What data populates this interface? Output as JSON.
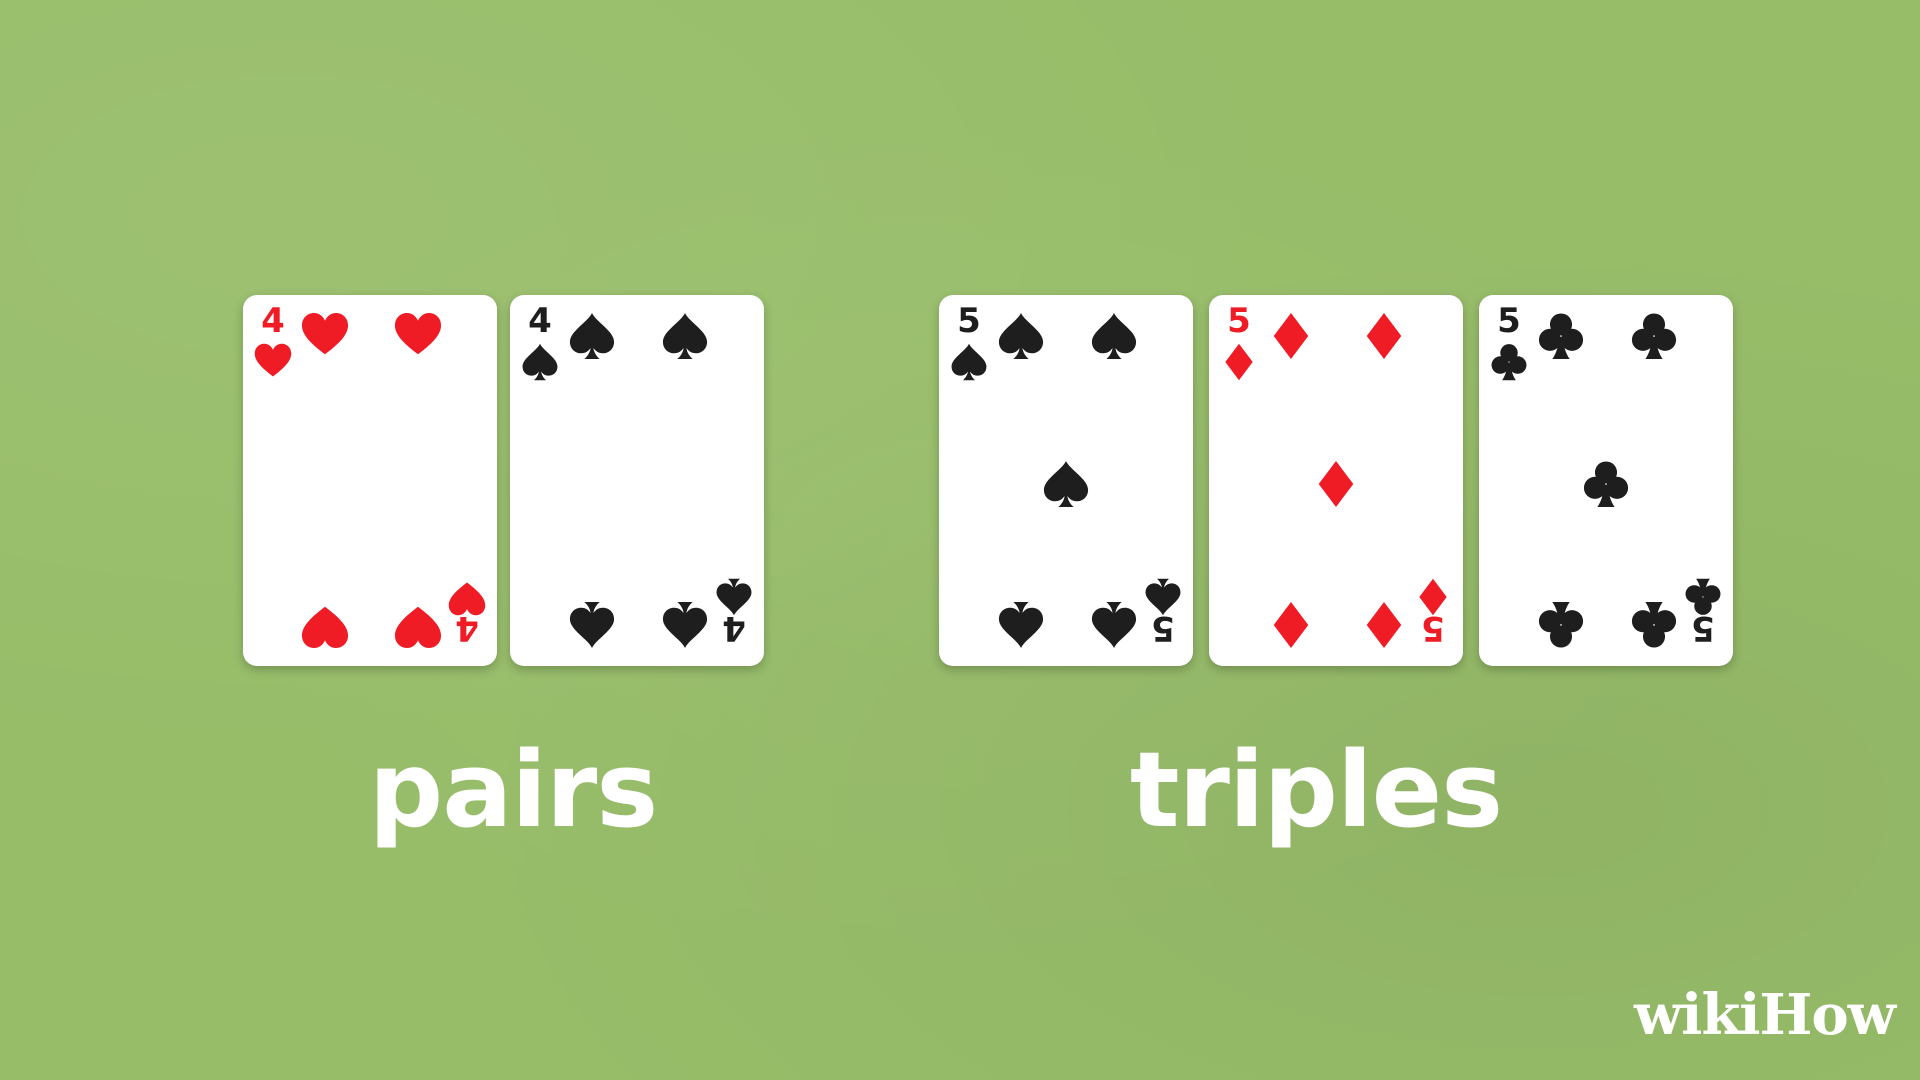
{
  "colors": {
    "table": "#97bd69",
    "card": "#ffffff",
    "red_suit": "#ef1c25",
    "black_suit": "#1e1e1e",
    "caption": "#ffffff"
  },
  "groups": [
    {
      "label": "pairs",
      "cards": [
        {
          "rank": "4",
          "suit": "hearts",
          "suit_icon": "heart-icon",
          "color": "red"
        },
        {
          "rank": "4",
          "suit": "spades",
          "suit_icon": "spade-icon",
          "color": "black"
        }
      ]
    },
    {
      "label": "triples",
      "cards": [
        {
          "rank": "5",
          "suit": "spades",
          "suit_icon": "spade-icon",
          "color": "black"
        },
        {
          "rank": "5",
          "suit": "diamonds",
          "suit_icon": "diamond-icon",
          "color": "red"
        },
        {
          "rank": "5",
          "suit": "clubs",
          "suit_icon": "club-icon",
          "color": "black"
        }
      ]
    }
  ],
  "logo": {
    "text": "wikiHow"
  }
}
